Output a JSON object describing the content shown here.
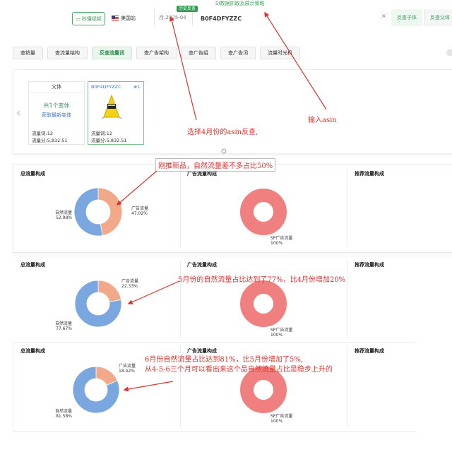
{
  "top": {
    "link_text": "SI数据抓取及展示策略",
    "video_btn": "秒懂视频",
    "site": "美国站",
    "month": "月:2025-04",
    "history_badge": "历史反查",
    "asin_value": "B0F4DFYZZC",
    "clear_icon": "×",
    "btn_child": "反查子体",
    "btn_parent": "反查父体"
  },
  "tabs": [
    {
      "label": "查销量"
    },
    {
      "label": "查流量结构"
    },
    {
      "label": "反查流量词"
    },
    {
      "label": "查广告架构"
    },
    {
      "label": "查广告组"
    },
    {
      "label": "查广告词"
    },
    {
      "label": "流量时光机"
    }
  ],
  "parent_card": {
    "title": "父体",
    "variant_count": "共1个变体",
    "fetch_link": "获取最新变体",
    "traffic_words": "流量词:12",
    "traffic_score": "流量分:5,832.51"
  },
  "child_card": {
    "asin": "B0F4DFYZZC",
    "index": "#1",
    "traffic_words": "流量词:12",
    "traffic_score": "流量分:5,832.51"
  },
  "section_titles": {
    "total": "总流量构成",
    "ads": "广告流量构成",
    "recommend": "推荐流量构成"
  },
  "pie_labels": {
    "ad": "广告流量",
    "natural": "自然流量",
    "sp": "SP广告流量"
  },
  "colors": {
    "natural": "#7ba7e0",
    "ad": "#f2a98a",
    "sp": "#f08080",
    "accent": "#39a55a",
    "annotation": "#e0312c"
  },
  "chart_data": [
    {
      "type": "pie",
      "title": "总流量构成",
      "categories": [
        "广告流量",
        "自然流量"
      ],
      "values": [
        47.02,
        52.98
      ],
      "labels": [
        "47.02%",
        "52.98%"
      ]
    },
    {
      "type": "pie",
      "title": "广告流量构成",
      "categories": [
        "SP广告流量"
      ],
      "values": [
        100
      ],
      "labels": [
        "100%"
      ]
    },
    {
      "type": "pie",
      "title": "总流量构成",
      "categories": [
        "广告流量",
        "自然流量"
      ],
      "values": [
        22.33,
        77.67
      ],
      "labels": [
        "22.33%",
        "77.67%"
      ]
    },
    {
      "type": "pie",
      "title": "广告流量构成",
      "categories": [
        "SP广告流量"
      ],
      "values": [
        100
      ],
      "labels": [
        "100%"
      ]
    },
    {
      "type": "pie",
      "title": "总流量构成",
      "categories": [
        "广告流量",
        "自然流量"
      ],
      "values": [
        18.42,
        81.58
      ],
      "labels": [
        "18.42%",
        "81.58%"
      ]
    },
    {
      "type": "pie",
      "title": "广告流量构成",
      "categories": [
        "SP广告流量"
      ],
      "values": [
        100
      ],
      "labels": [
        "100%"
      ]
    }
  ],
  "annotations": {
    "select_month": "选择4月份的asin反查,",
    "input_asin": "输入asin",
    "april": "刚推新品，自然流量差不多占比50%",
    "may": "5月份的自然流量占比达到了77%，比4月份增加20%",
    "june_1": "6月份自然流量占比达到81%，比5月份增加了5%,",
    "june_2": "从4-5-6三个月可以看出来这个品自然流量占比是稳步上升的"
  }
}
